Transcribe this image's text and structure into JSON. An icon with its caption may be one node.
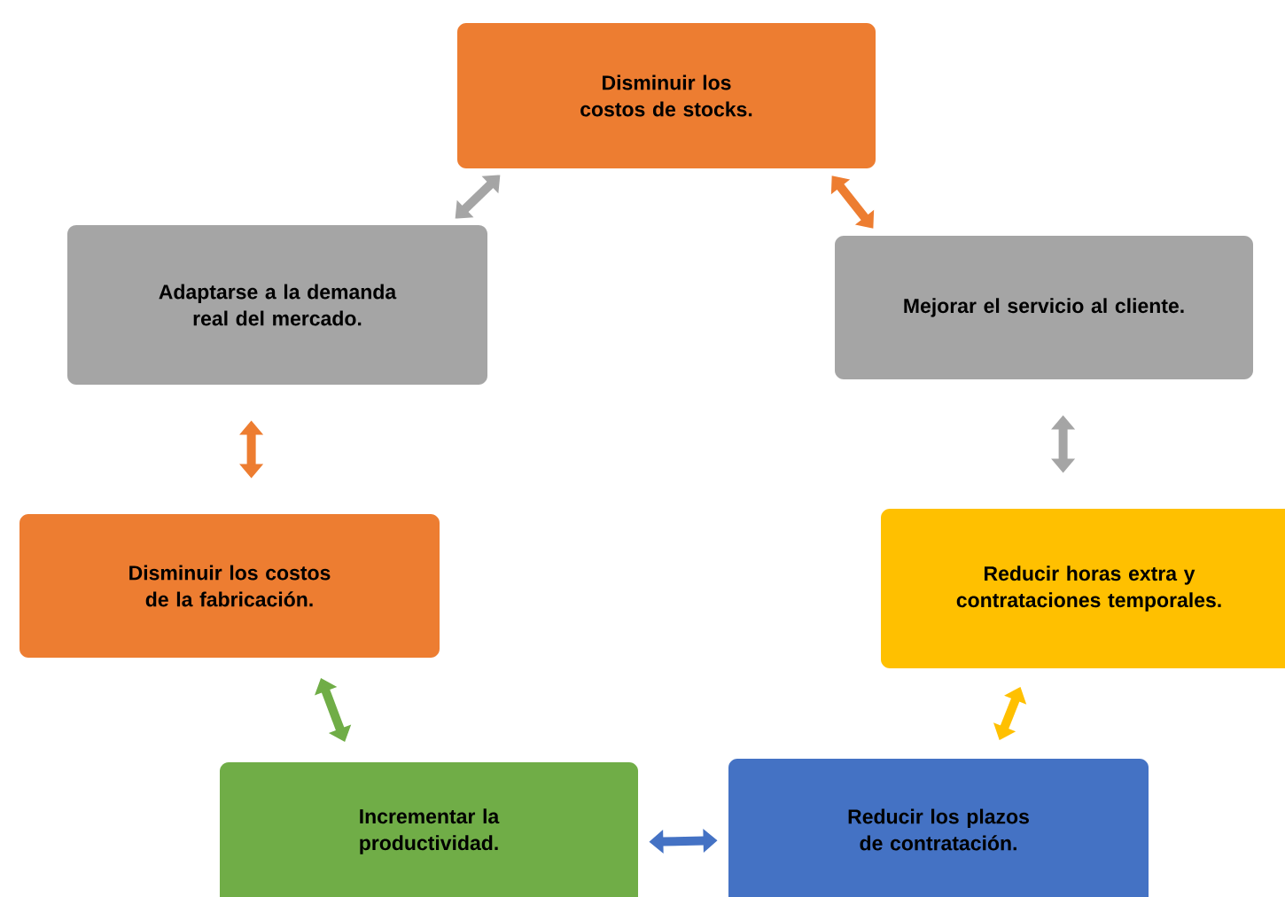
{
  "diagram": {
    "nodes": [
      {
        "text": [
          "Disminuir los costos de stocks."
        ]
      },
      {
        "text": [
          "Adaptarse a la demanda real del mercado."
        ]
      },
      {
        "text": [
          "Mejorar el servicio al cliente."
        ]
      },
      {
        "text": [
          "Disminuir los costos de la fabricación."
        ]
      },
      {
        "text": [
          "Reducir horas extra y contrataciones temporales."
        ]
      },
      {
        "text": [
          "Incrementar la productividad."
        ]
      },
      {
        "text": [
          "Reducir los plazos de contratación."
        ]
      }
    ],
    "edges": [
      {
        "from": 0,
        "to": 1,
        "arrow": "both",
        "color": "#a5a5a5"
      },
      {
        "from": 0,
        "to": 2,
        "arrow": "both",
        "color": "#ed7d31"
      },
      {
        "from": 1,
        "to": 3,
        "arrow": "both",
        "color": "#ed7d31"
      },
      {
        "from": 2,
        "to": 4,
        "arrow": "both",
        "color": "#a5a5a5"
      },
      {
        "from": 3,
        "to": 5,
        "arrow": "both",
        "color": "#70ad47"
      },
      {
        "from": 5,
        "to": 6,
        "arrow": "both",
        "color": "#4472c4"
      },
      {
        "from": 6,
        "to": 4,
        "arrow": "both",
        "color": "#ffc000"
      }
    ]
  }
}
